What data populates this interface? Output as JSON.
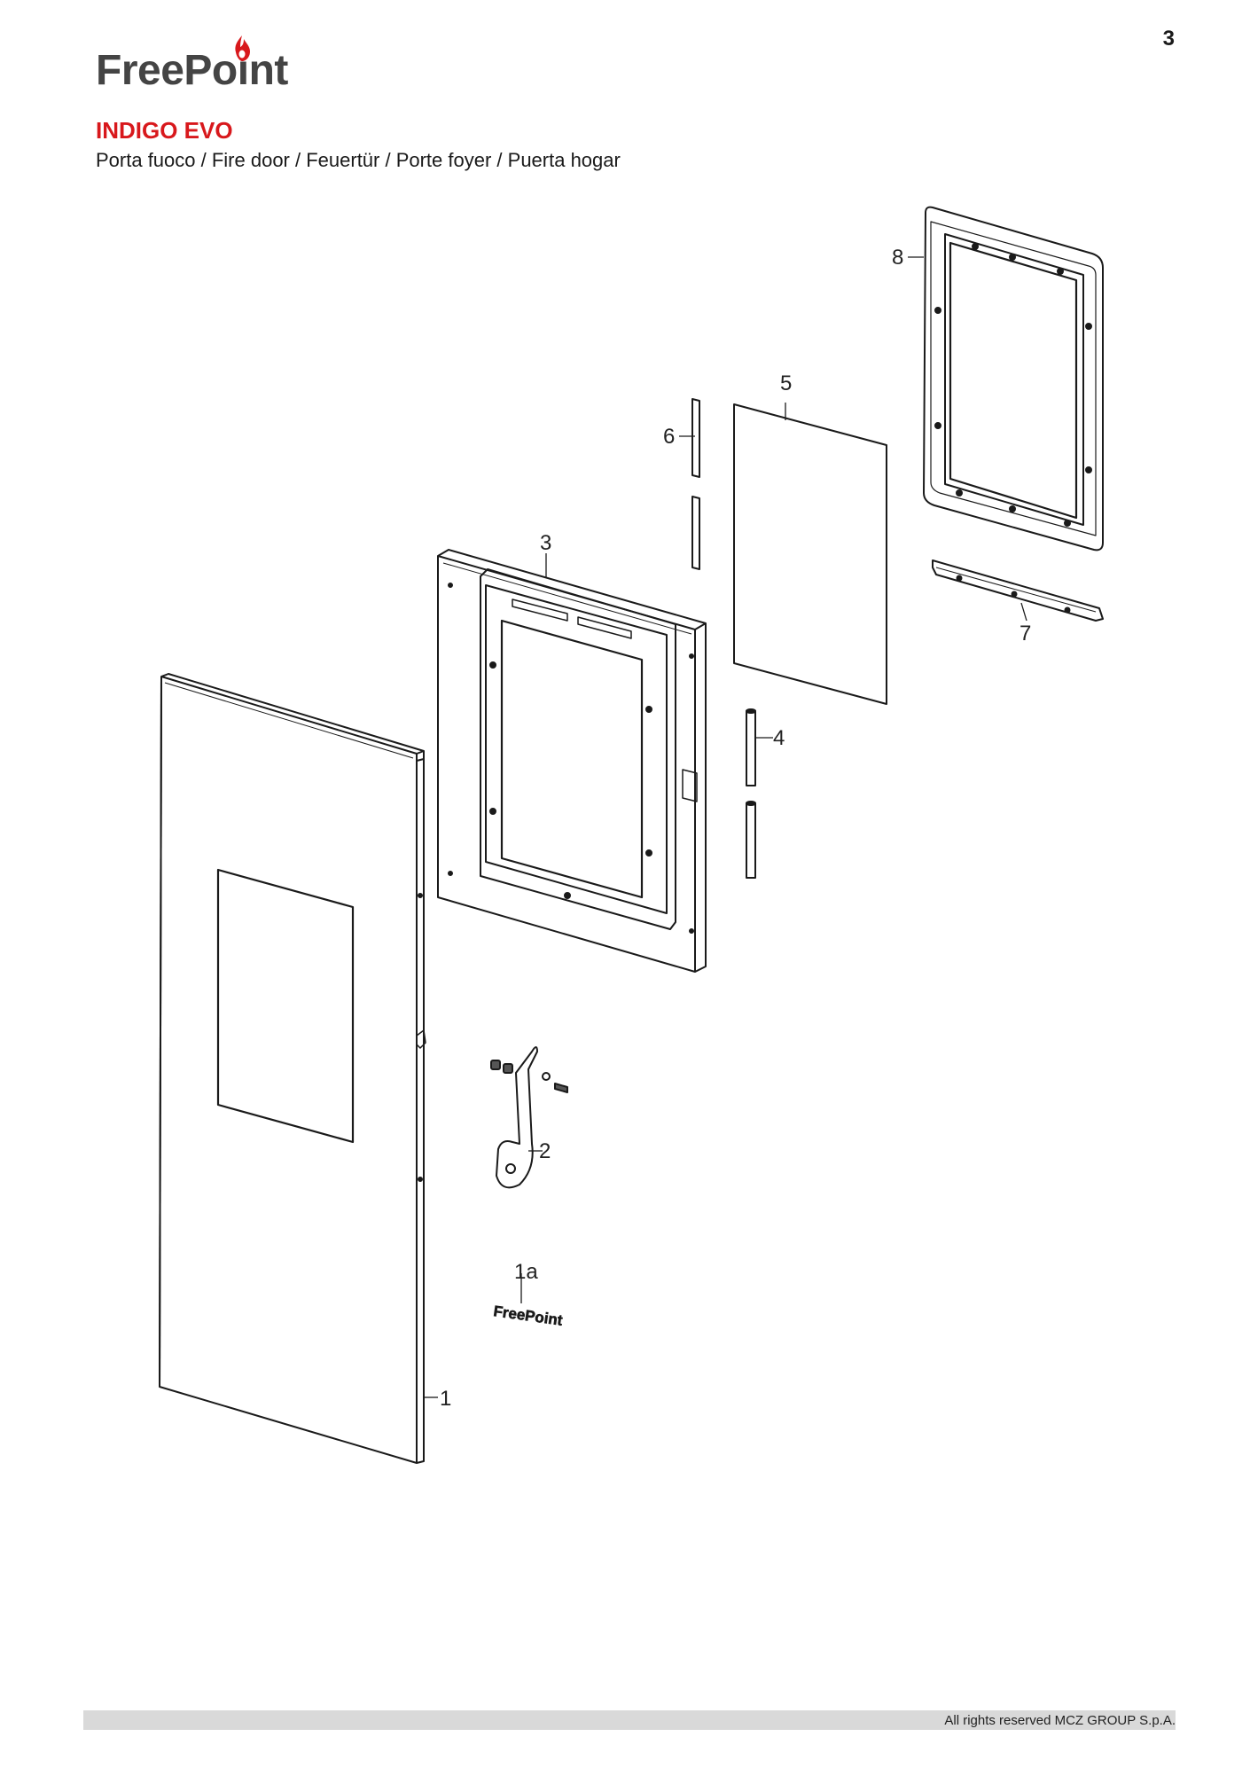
{
  "page_number": "3",
  "brand": {
    "name": "FreePoint",
    "accent_color": "#d8181c"
  },
  "product_title": "INDIGO EVO",
  "subtitle": "Porta fuoco / Fire door / Feuertür / Porte foyer / Puerta hogar",
  "callouts": {
    "p1": "1",
    "p1a": "1a",
    "p2": "2",
    "p3": "3",
    "p4": "4",
    "p5": "5",
    "p6": "6",
    "p7": "7",
    "p8": "8"
  },
  "badge_text": "FreePoint",
  "footer": {
    "copyright": "All rights reserved MCZ GROUP S.p.A."
  }
}
